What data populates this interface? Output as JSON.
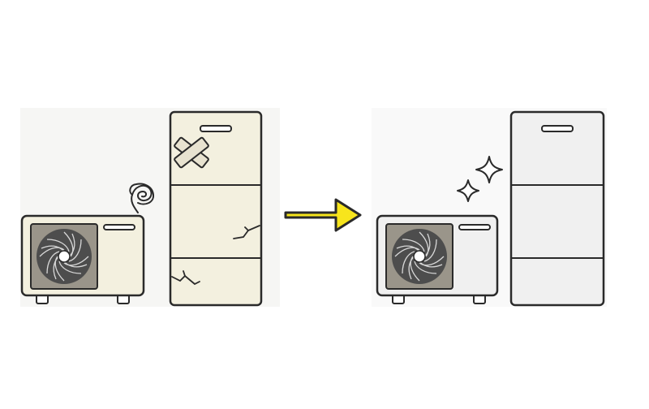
{
  "illustration": {
    "before": {
      "condition": "old-damaged",
      "outdoor_unit": {
        "icon": "outdoor-ac-fan-unit-icon",
        "body_color": "#f3f0df"
      },
      "tank_unit": {
        "icon": "storage-tank-cabinet-icon",
        "body_color": "#f3f0df",
        "features": [
          "tape-patch-icon",
          "crack-icon",
          "crack-icon"
        ]
      },
      "smoke": {
        "icon": "smoke-swirl-icon"
      }
    },
    "transition": {
      "icon": "arrow-right-icon",
      "color": "#f7e51c"
    },
    "after": {
      "condition": "new-clean",
      "outdoor_unit": {
        "icon": "outdoor-ac-fan-unit-icon",
        "body_color": "#f0f0f0"
      },
      "tank_unit": {
        "icon": "storage-tank-cabinet-icon",
        "body_color": "#f0f0f0"
      },
      "sparkles": {
        "icon": "sparkle-icon",
        "count": 2
      }
    },
    "colors": {
      "outline": "#2a2a2a",
      "fan_panel": "#9a958a",
      "fan_blades": "#5a5a5a",
      "panel_backdrop": "#f6f6f6"
    }
  }
}
